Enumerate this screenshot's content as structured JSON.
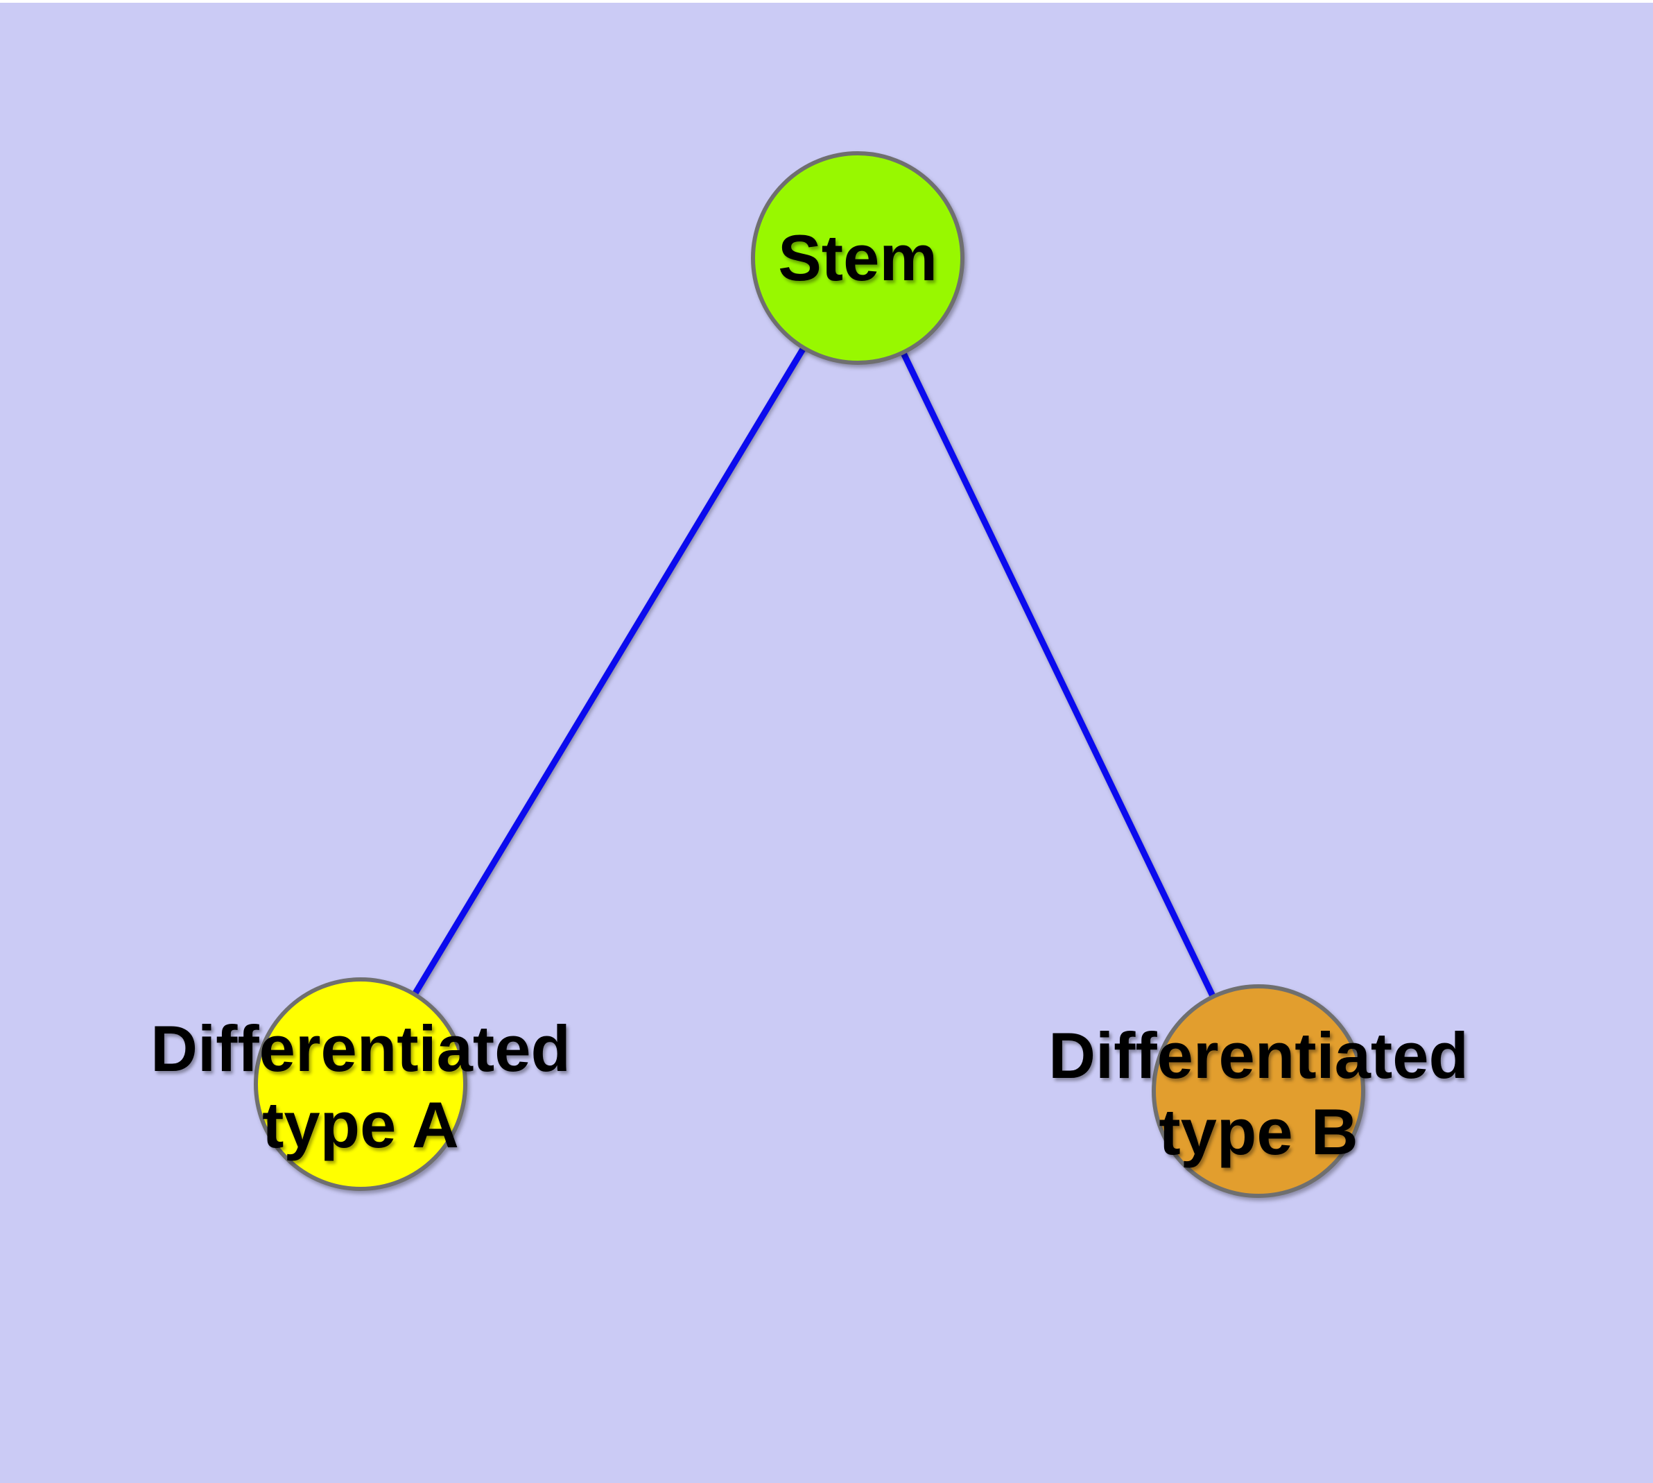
{
  "diagram": {
    "type": "node-link-diagram",
    "margin_color": "#ffffff",
    "background_color": "#cbcbf5",
    "edge_color": "#0b0bee",
    "node_border_color": "#6f6f6f",
    "text_color": "#000000",
    "nodes": [
      {
        "id": "stem",
        "label": "Stem",
        "fill_color": "#98f800"
      },
      {
        "id": "differentiated-type-a",
        "label": "Differentiated\ntype A",
        "fill_color": "#ffff00"
      },
      {
        "id": "differentiated-type-b",
        "label": "Differentiated\ntype B",
        "fill_color": "#e29e2e"
      }
    ],
    "edges": [
      {
        "from": "stem",
        "to": "differentiated-type-a"
      },
      {
        "from": "stem",
        "to": "differentiated-type-b"
      }
    ]
  }
}
